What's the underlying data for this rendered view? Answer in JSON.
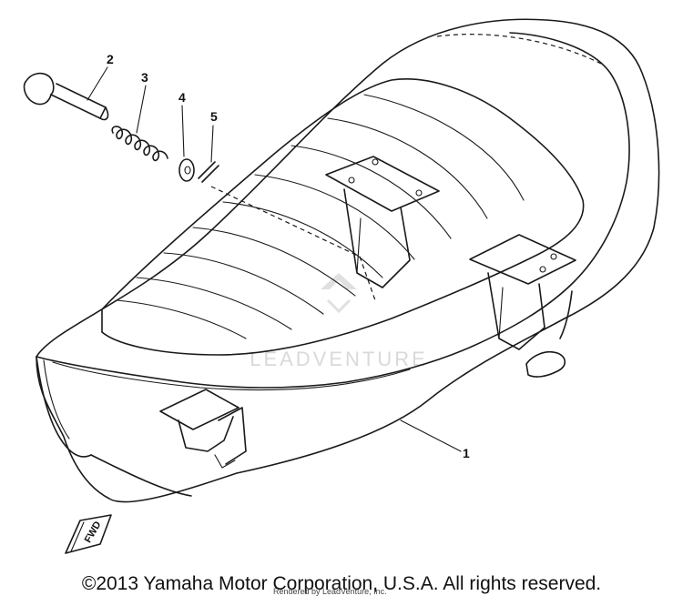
{
  "diagram": {
    "callouts": [
      {
        "id": "1",
        "label": "1"
      },
      {
        "id": "2",
        "label": "2"
      },
      {
        "id": "3",
        "label": "3"
      },
      {
        "id": "4",
        "label": "4"
      },
      {
        "id": "5",
        "label": "5"
      }
    ],
    "direction_marker": "FWD",
    "watermark": "LEADVENTURE"
  },
  "footer": {
    "copyright": "©2013 Yamaha Motor Corporation, U.S.A. All rights reserved.",
    "credit": "Rendered by LeadVenture, Inc."
  }
}
